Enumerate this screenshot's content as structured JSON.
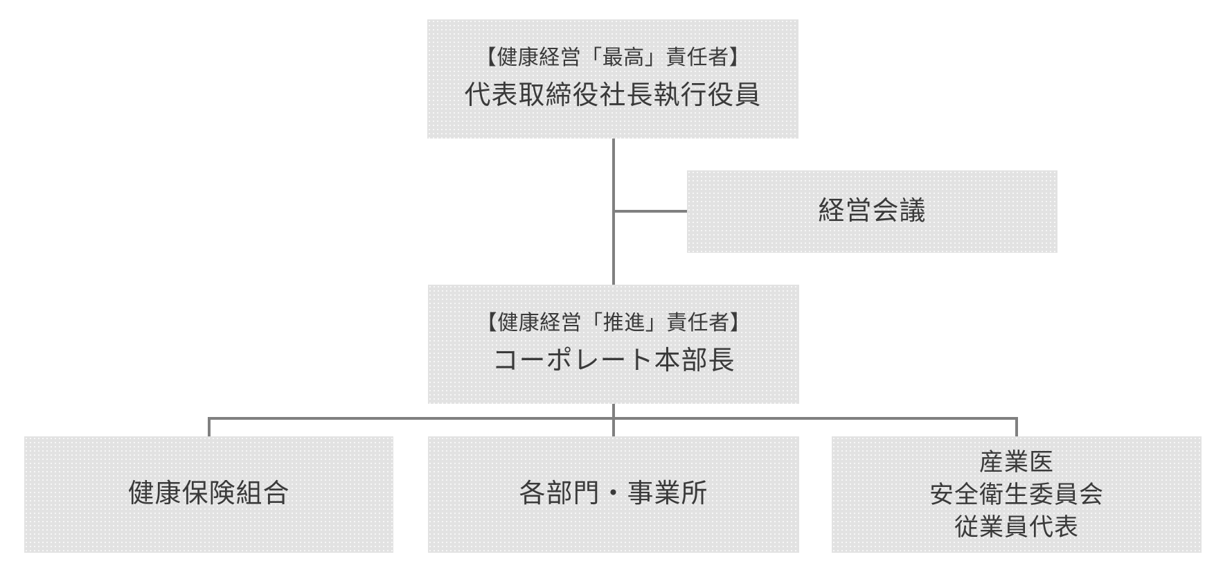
{
  "theme": {
    "box_fill": "#e2e2e2",
    "box_dot": "#f7f7f7",
    "line_color": "#808080",
    "text_color": "#3a3a3a",
    "page_bg": "#ffffff"
  },
  "org": {
    "top": {
      "title": "【健康経営「最高」責任者】",
      "name": "代表取締役社長執行役員"
    },
    "meeting": {
      "label": "経営会議"
    },
    "middle": {
      "title": "【健康経営「推進」責任者】",
      "name": "コーポレート本部長"
    },
    "bottom_left": {
      "label": "健康保険組合"
    },
    "bottom_center": {
      "label": "各部門・事業所"
    },
    "bottom_right": {
      "line1": "産業医",
      "line2": "安全衛生委員会",
      "line3": "従業員代表"
    }
  },
  "edges": [
    {
      "from": "代表取締役社長執行役員",
      "to": "経営会議",
      "type": "lateral"
    },
    {
      "from": "代表取締役社長執行役員",
      "to": "コーポレート本部長",
      "type": "reports"
    },
    {
      "from": "コーポレート本部長",
      "to": "健康保険組合",
      "type": "reports"
    },
    {
      "from": "コーポレート本部長",
      "to": "各部門・事業所",
      "type": "reports"
    },
    {
      "from": "コーポレート本部長",
      "to": "産業医・安全衛生委員会・従業員代表",
      "type": "reports"
    }
  ]
}
